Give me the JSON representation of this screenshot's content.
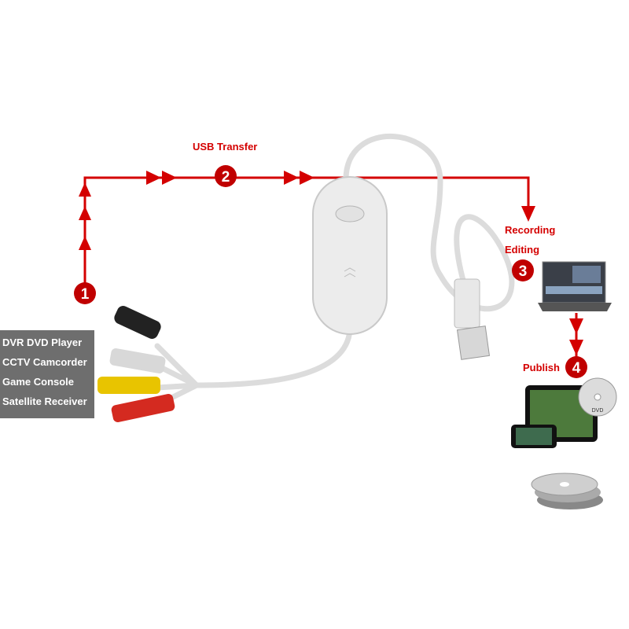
{
  "steps": {
    "step1": "1",
    "step2": "2",
    "step3": "3",
    "step4": "4"
  },
  "labels": {
    "usb_transfer": "USB Transfer",
    "recording": "Recording",
    "editing": "Editing",
    "publish": "Publish"
  },
  "sources": [
    "DVR DVD Player",
    "CCTV Camcorder",
    "Game Console",
    "Satellite Receiver"
  ],
  "disc_text": "DVD",
  "colors": {
    "flow": "#d40000",
    "source_box": "#6e6e6e"
  }
}
